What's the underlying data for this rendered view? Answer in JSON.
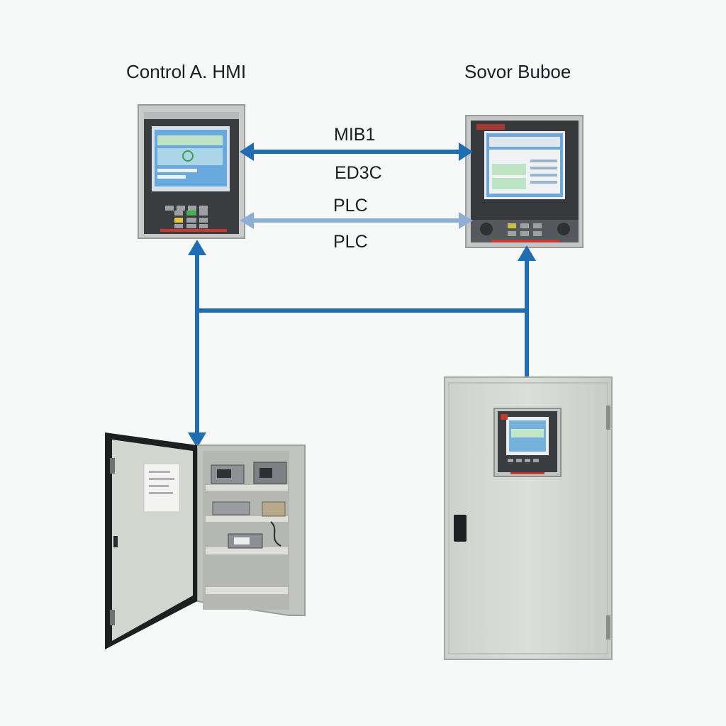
{
  "labels": {
    "left_device": "Control A. HMI",
    "right_device": "Sovor Buboe"
  },
  "connections": {
    "top_line_label": "MIB1",
    "top_line_sublabel": "ED3C",
    "second_line_label": "PLC",
    "second_line_sublabel": "PLC"
  },
  "colors": {
    "link_primary": "#1f6db3",
    "link_secondary": "#8eaed6",
    "cabinet": "#d4d6d1",
    "panel_frame": "#c6c8c7",
    "panel_bezel": "#3b3d40",
    "screen": "#63a4dc"
  },
  "icons": {
    "left_device": "hmi-panel",
    "right_device": "hmi-panel",
    "left_cabinet": "open-control-cabinet",
    "right_cabinet": "closed-control-cabinet"
  }
}
